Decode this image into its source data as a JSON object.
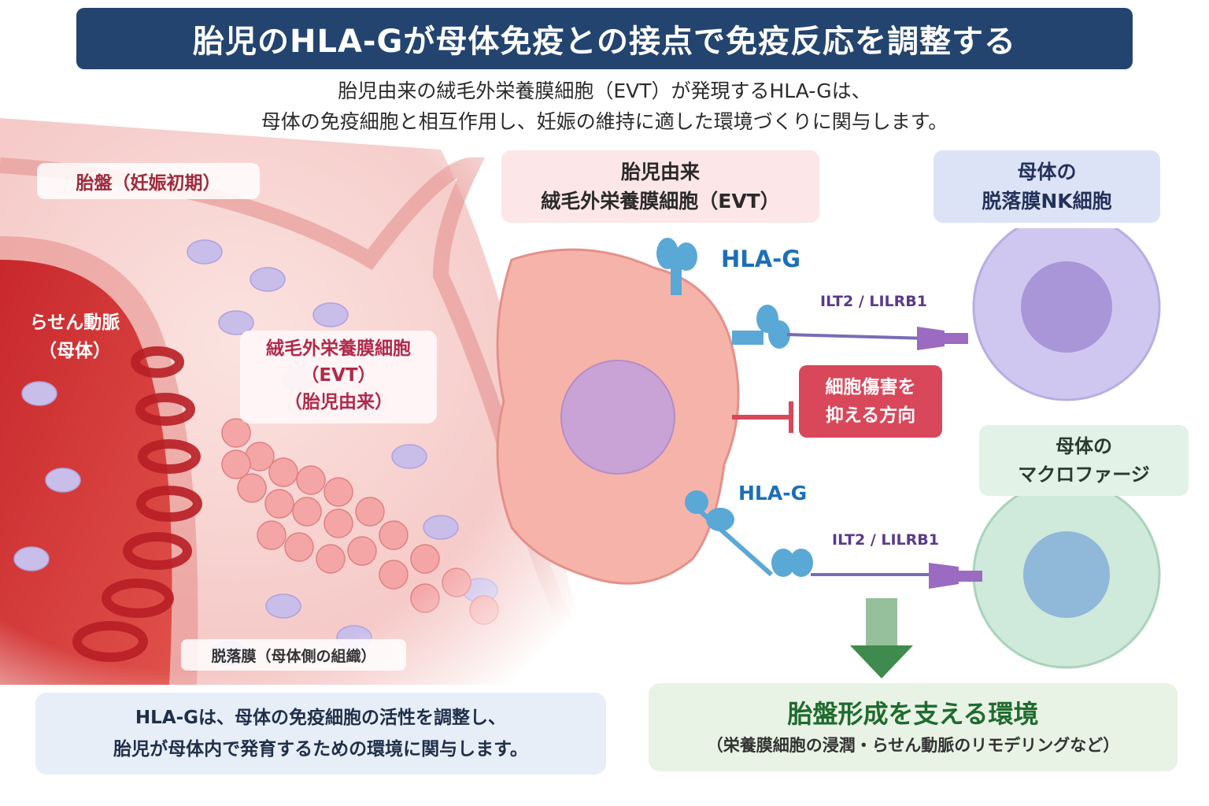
{
  "title": "胎児のHLA-Gが母体免疫との接点で免疫反応を調整する",
  "subtitle": [
    "胎児由来の絨毛外栄養膜細胞（EVT）が発現するHLA-Gは、",
    "母体の免疫細胞と相互作用し、妊娠の維持に適した環境づくりに関与します。"
  ],
  "left_panel": {
    "placenta_label": "胎盤（妊娠初期）",
    "artery_label": [
      "らせん動脈",
      "（母体）"
    ],
    "evt_label": [
      "絨毛外栄養膜細胞",
      "（EVT）",
      "（胎児由来）"
    ],
    "decidua_label": "脱落膜（母体側の組織）",
    "info": [
      "HLA-Gは、母体の免疫細胞の活性を調整し、",
      "胎児が母体内で発育するための環境に関与します。"
    ]
  },
  "right_panel": {
    "evt_box": [
      "胎児由来",
      "絨毛外栄養膜細胞（EVT）"
    ],
    "nk_box": [
      "母体の",
      "脱落膜NK細胞"
    ],
    "macrophage_box": [
      "母体の",
      "マクロファージ"
    ],
    "hla_g_top": "HLA-G",
    "hla_g_bottom": "HLA-G",
    "receptor_top": "ILT2 / LILRB1",
    "receptor_bottom": "ILT2 / LILRB1",
    "suppress": [
      "細胞傷害を",
      "抑える方向"
    ],
    "environment_title": "胎盤形成を支える環境",
    "environment_sub": "（栄養膜細胞の浸潤・らせん動脈のリモデリングなど）"
  },
  "colors": {
    "title_bg": "#23446f",
    "evt_cell": "#f6b3aa",
    "nk_cell": "#cfc7ef",
    "macrophage_cell": "#cfe9da",
    "receptor_blue": "#5aa8d6",
    "receptor_purple": "#9a6bc0",
    "suppress_red": "#d9475b",
    "arrow_green": "#3f8a4d"
  }
}
